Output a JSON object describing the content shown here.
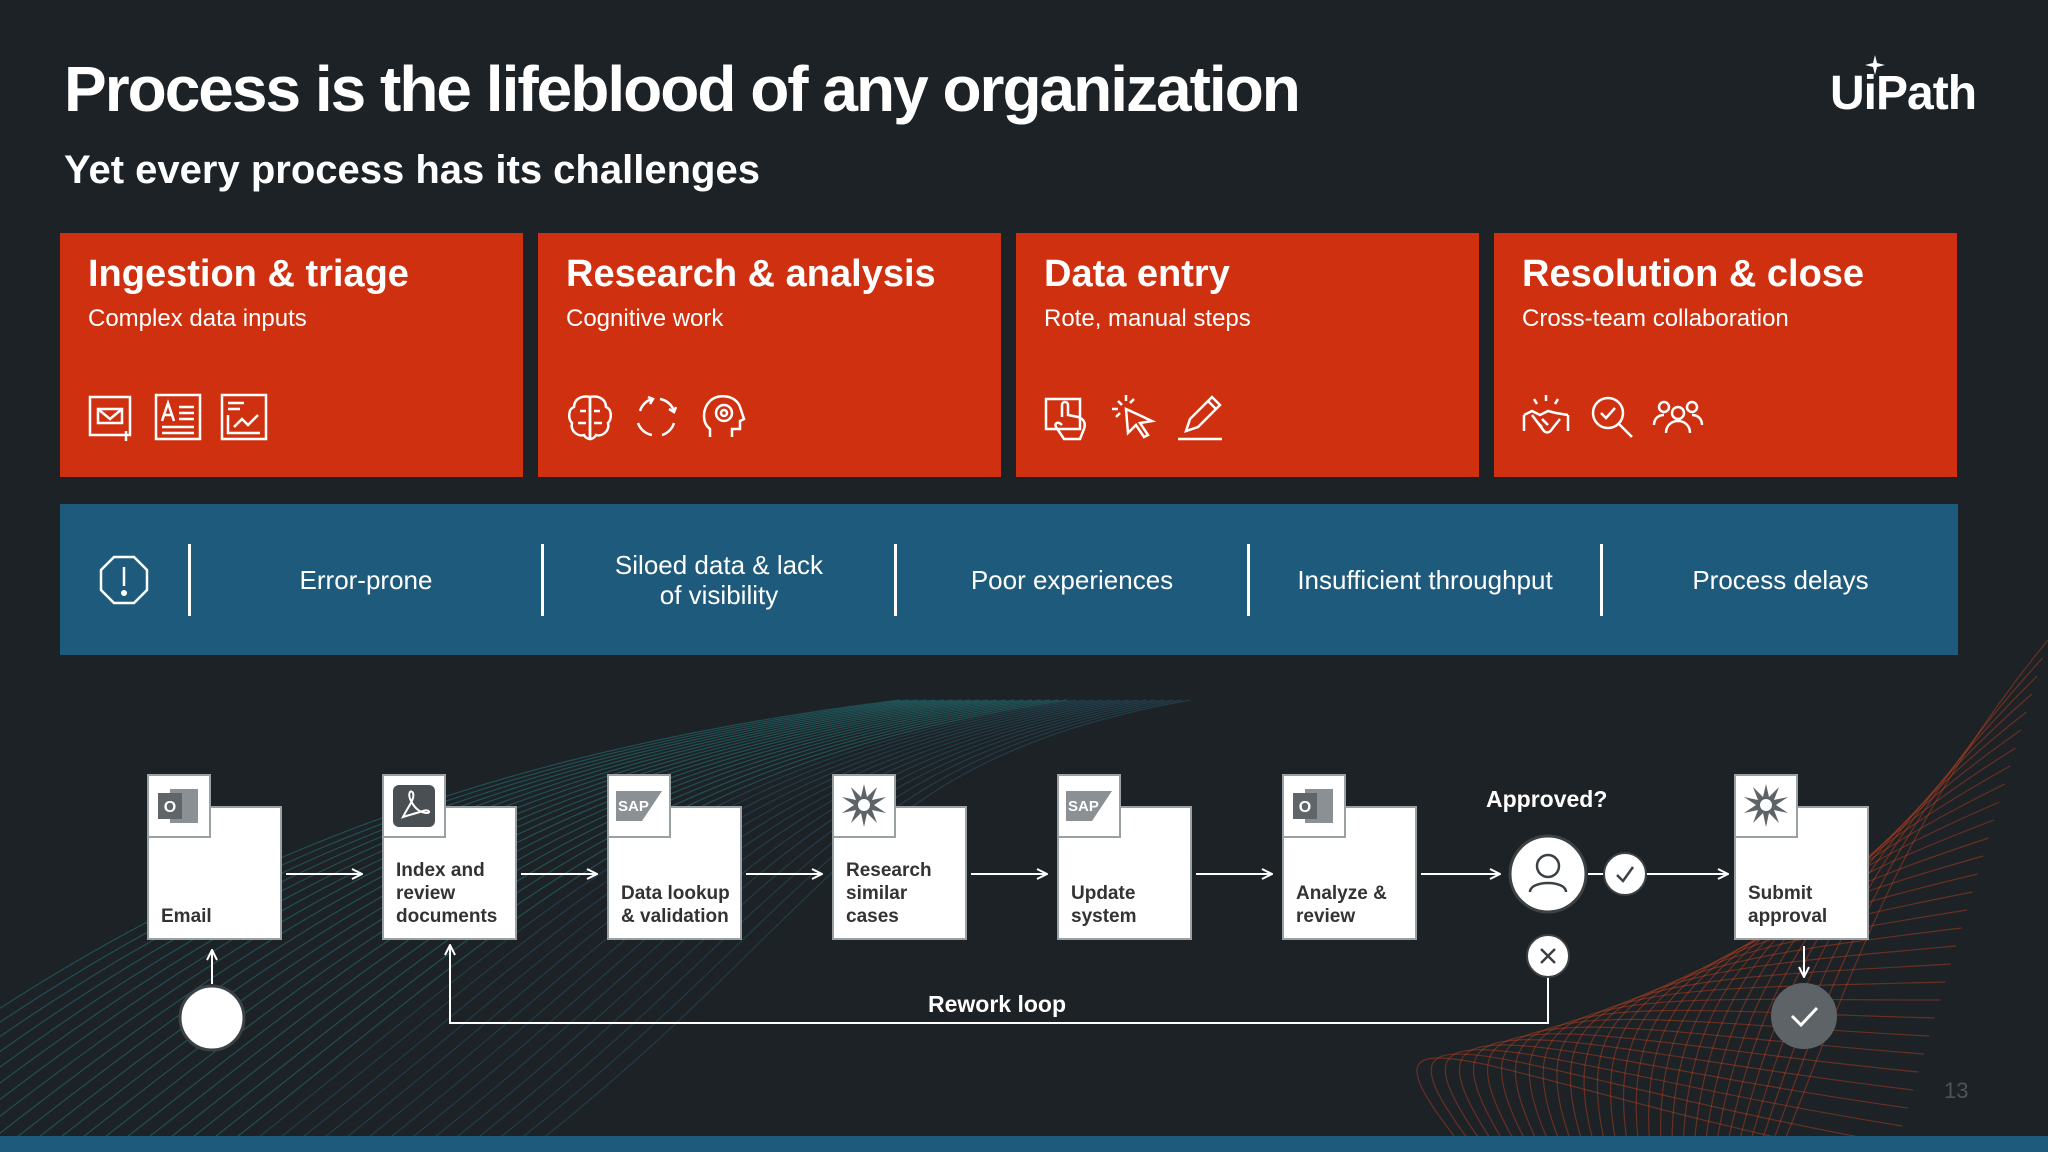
{
  "slide": {
    "title": "Process is the lifeblood of any organization",
    "subtitle": "Yet every process has its challenges",
    "logo": "UiPath",
    "page_number": "13"
  },
  "stages": [
    {
      "title": "Ingestion & triage",
      "subtitle": "Complex data inputs",
      "icons": [
        "mail-attachment-icon",
        "document-text-icon",
        "chart-report-icon"
      ]
    },
    {
      "title": "Research & analysis",
      "subtitle": "Cognitive work",
      "icons": [
        "brain-icon",
        "refresh-cycle-icon",
        "head-gear-icon"
      ]
    },
    {
      "title": "Data entry",
      "subtitle": "Rote, manual steps",
      "icons": [
        "hand-click-icon",
        "cursor-click-icon",
        "pencil-icon"
      ]
    },
    {
      "title": "Resolution & close",
      "subtitle": "Cross-team collaboration",
      "icons": [
        "handshake-icon",
        "magnifier-icon",
        "people-group-icon"
      ]
    }
  ],
  "challenges": {
    "icon": "alert-icon",
    "items": [
      "Error-prone",
      "Siloed data & lack of visibility",
      "Poor experiences",
      "Insufficient throughput",
      "Process delays"
    ]
  },
  "flow": {
    "steps": [
      {
        "label": "Email",
        "app": "outlook-icon"
      },
      {
        "label": "Index and review documents",
        "app": "pdf-icon"
      },
      {
        "label": "Data lookup & validation",
        "app": "sap-icon"
      },
      {
        "label": "Research similar cases",
        "app": "salesforce-icon"
      },
      {
        "label": "Update system",
        "app": "sap-icon"
      },
      {
        "label": "Analyze & review",
        "app": "outlook-icon"
      },
      {
        "label": "Submit approval",
        "app": "salesforce-icon"
      }
    ],
    "decision_label": "Approved?",
    "rework_label": "Rework loop",
    "sap_text": "SAP",
    "outlook_letter": "O"
  },
  "colors": {
    "background": "#1c2226",
    "stage_card": "#cf300f",
    "challenge_band": "#1e5a7b",
    "end_node": "#5d6366"
  }
}
